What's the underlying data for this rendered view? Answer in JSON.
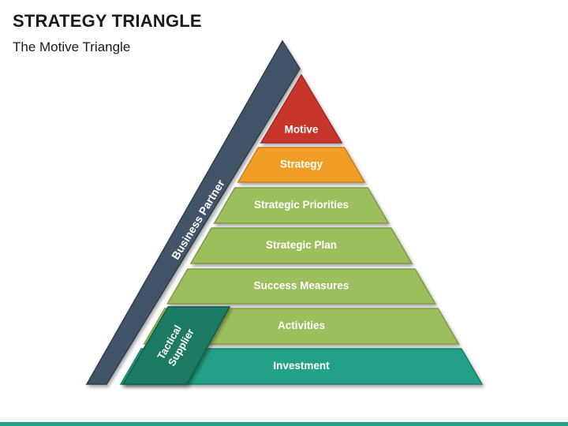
{
  "header": {
    "title": "STRATEGY TRIANGLE",
    "subtitle": "The Motive Triangle"
  },
  "pyramid": {
    "levels": [
      {
        "label": "Motive",
        "color": "#c8352b",
        "stroke": "#9e2a22"
      },
      {
        "label": "Strategy",
        "color": "#f19e26",
        "stroke": "#c57f1a"
      },
      {
        "label": "Strategic Priorities",
        "color": "#9dbe5c",
        "stroke": "#7d9a45"
      },
      {
        "label": "Strategic Plan",
        "color": "#9dbe5c",
        "stroke": "#7d9a45"
      },
      {
        "label": "Success Measures",
        "color": "#9dbe5c",
        "stroke": "#7d9a45"
      },
      {
        "label": "Activities",
        "color": "#9dbe5c",
        "stroke": "#7d9a45"
      },
      {
        "label": "Investment",
        "color": "#22a187",
        "stroke": "#1a7e6a"
      }
    ]
  },
  "side_bands": {
    "business_partner": {
      "label": "Business Partner",
      "color": "#435468"
    },
    "tactical_supplier": {
      "lines": [
        "Tactical",
        "Supplier"
      ],
      "color": "#1a7a62"
    }
  },
  "accent": {
    "bottom_bar": "#20a08a"
  }
}
